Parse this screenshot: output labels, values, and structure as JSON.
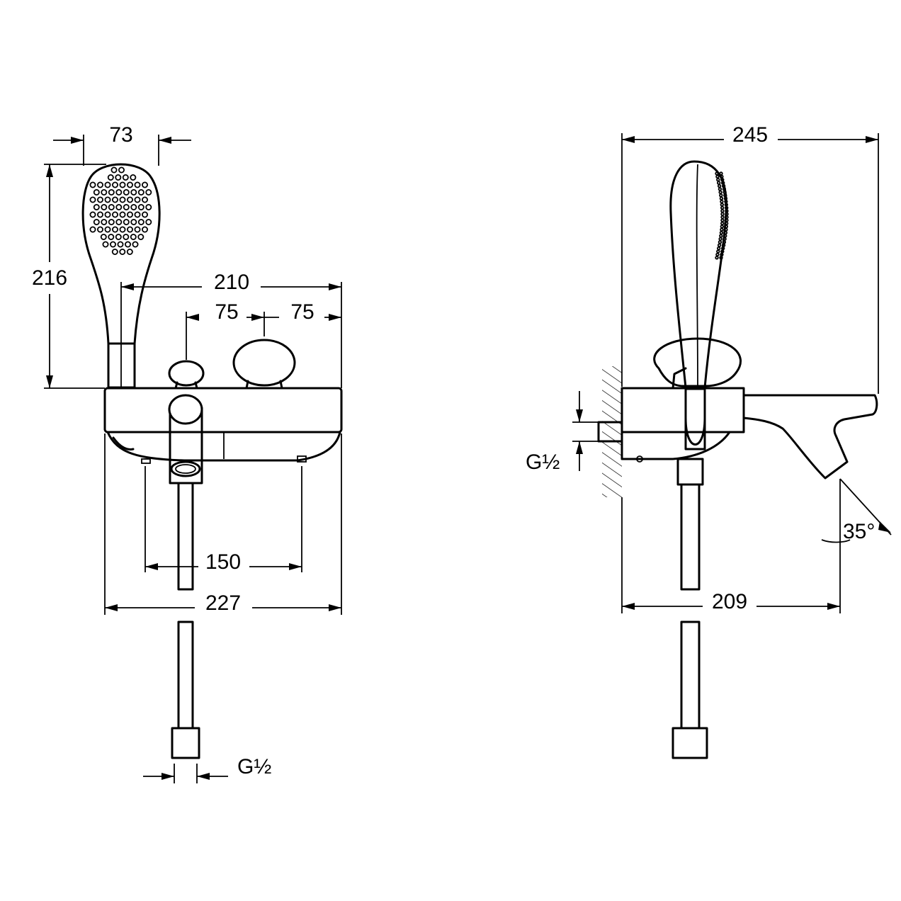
{
  "colors": {
    "line": "#000000",
    "background": "#ffffff"
  },
  "front_view": {
    "dim_head_width": "73",
    "dim_head_height": "216",
    "dim_210": "210",
    "dim_75_left": "75",
    "dim_75_right": "75",
    "dim_150": "150",
    "dim_227": "227",
    "thread_bottom": "G½"
  },
  "side_view": {
    "dim_245": "245",
    "dim_209": "209",
    "angle": "35°",
    "thread_inlet": "G½"
  }
}
